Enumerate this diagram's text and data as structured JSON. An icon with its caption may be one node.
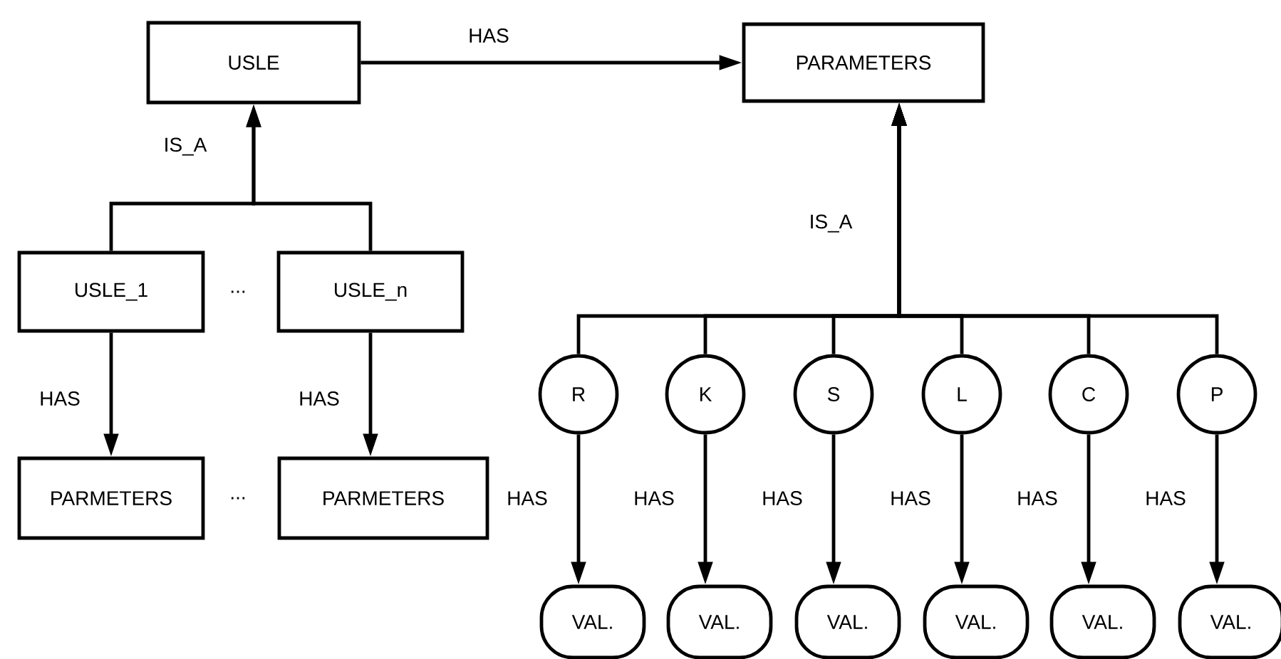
{
  "diagram": {
    "nodes": [
      {
        "text": [
          "USLE"
        ]
      },
      {
        "text": [
          "PARAMETERS"
        ]
      },
      {
        "text": [
          "USLE_1"
        ]
      },
      {
        "text": [
          "USLE_n"
        ]
      },
      {
        "text": [
          "PARMETERS"
        ]
      },
      {
        "text": [
          "PARMETERS"
        ]
      },
      {
        "text": [
          "R"
        ]
      },
      {
        "text": [
          "K"
        ]
      },
      {
        "text": [
          "S"
        ]
      },
      {
        "text": [
          "L"
        ]
      },
      {
        "text": [
          "C"
        ]
      },
      {
        "text": [
          "P"
        ]
      },
      {
        "text": [
          "VAL."
        ]
      },
      {
        "text": [
          "VAL."
        ]
      },
      {
        "text": [
          "VAL."
        ]
      },
      {
        "text": [
          "VAL."
        ]
      },
      {
        "text": [
          "VAL."
        ]
      },
      {
        "text": [
          "VAL."
        ]
      }
    ],
    "edges": [
      {
        "from": 0,
        "to": 1,
        "arrow": "to",
        "label": "HAS"
      },
      {
        "from": 2,
        "to": 0,
        "arrow": "to",
        "label": "IS_A"
      },
      {
        "from": 3,
        "to": 0,
        "arrow": "to"
      },
      {
        "from": 2,
        "to": 4,
        "arrow": "to",
        "label": "HAS"
      },
      {
        "from": 3,
        "to": 5,
        "arrow": "to",
        "label": "HAS"
      },
      {
        "from": 6,
        "to": 1,
        "arrow": "to",
        "label": "IS_A"
      },
      {
        "from": 7,
        "to": 1,
        "arrow": "to"
      },
      {
        "from": 8,
        "to": 1,
        "arrow": "to"
      },
      {
        "from": 9,
        "to": 1,
        "arrow": "to"
      },
      {
        "from": 10,
        "to": 1,
        "arrow": "to"
      },
      {
        "from": 11,
        "to": 1,
        "arrow": "to"
      },
      {
        "from": 6,
        "to": 12,
        "arrow": "to",
        "label": "HAS"
      },
      {
        "from": 7,
        "to": 13,
        "arrow": "to",
        "label": "HAS"
      },
      {
        "from": 8,
        "to": 14,
        "arrow": "to",
        "label": "HAS"
      },
      {
        "from": 9,
        "to": 15,
        "arrow": "to",
        "label": "HAS"
      },
      {
        "from": 10,
        "to": 16,
        "arrow": "to",
        "label": "HAS"
      },
      {
        "from": 11,
        "to": 17,
        "arrow": "to",
        "label": "HAS"
      }
    ],
    "labels": [
      "...",
      "..."
    ]
  }
}
